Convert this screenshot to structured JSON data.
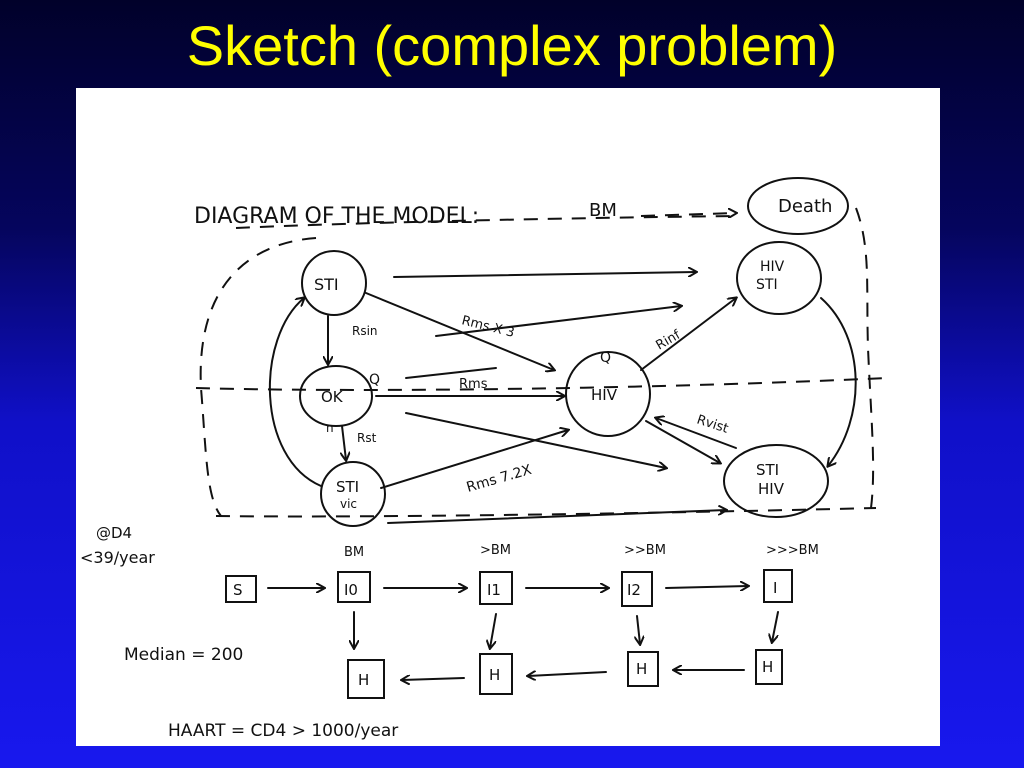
{
  "slide": {
    "title": "Sketch (complex problem)"
  },
  "diagram": {
    "heading": "DIAGRAM OF THE MODEL:",
    "heading_note": "BM",
    "nodes": {
      "death": "Death",
      "hiv_sti_line1": "HIV",
      "hiv_sti_line2": "STI",
      "sti_top_line1": "STI",
      "ok": "OK",
      "ok_loop": "Q",
      "hiv": "HIV",
      "hiv_loop": "Q",
      "sti_bottom_line1": "STI",
      "sti_bottom_line2": "vic",
      "sti_hiv_line1": "STI",
      "sti_hiv_line2": "HIV"
    },
    "edge_labels": {
      "ok_to_hiv": "Rms",
      "sti_to_hiv": "Rms X 3",
      "sti_bottom_to_hiv": "Rms 7.2X",
      "hiv_to_hiv_sti": "Rinf",
      "sti_hiv_to_hiv": "Rvist",
      "sti_top_to_ok": "Rsin",
      "ok_to_sti_bottom": "Rst",
      "ok_to_sti_bottom_n": "n"
    },
    "progression": {
      "cd4_label": "@D4",
      "rate_label": "<39/year",
      "bm_labels": [
        "BM",
        ">BM",
        ">>BM",
        ">>>BM"
      ],
      "top_boxes": [
        "S",
        "I0",
        "I1",
        "I2",
        "I"
      ],
      "bottom_boxes": [
        "H",
        "H",
        "H",
        "H"
      ],
      "median_label": "Median = 200",
      "haart_label": "HAART = CD4 > 1000/year"
    }
  }
}
